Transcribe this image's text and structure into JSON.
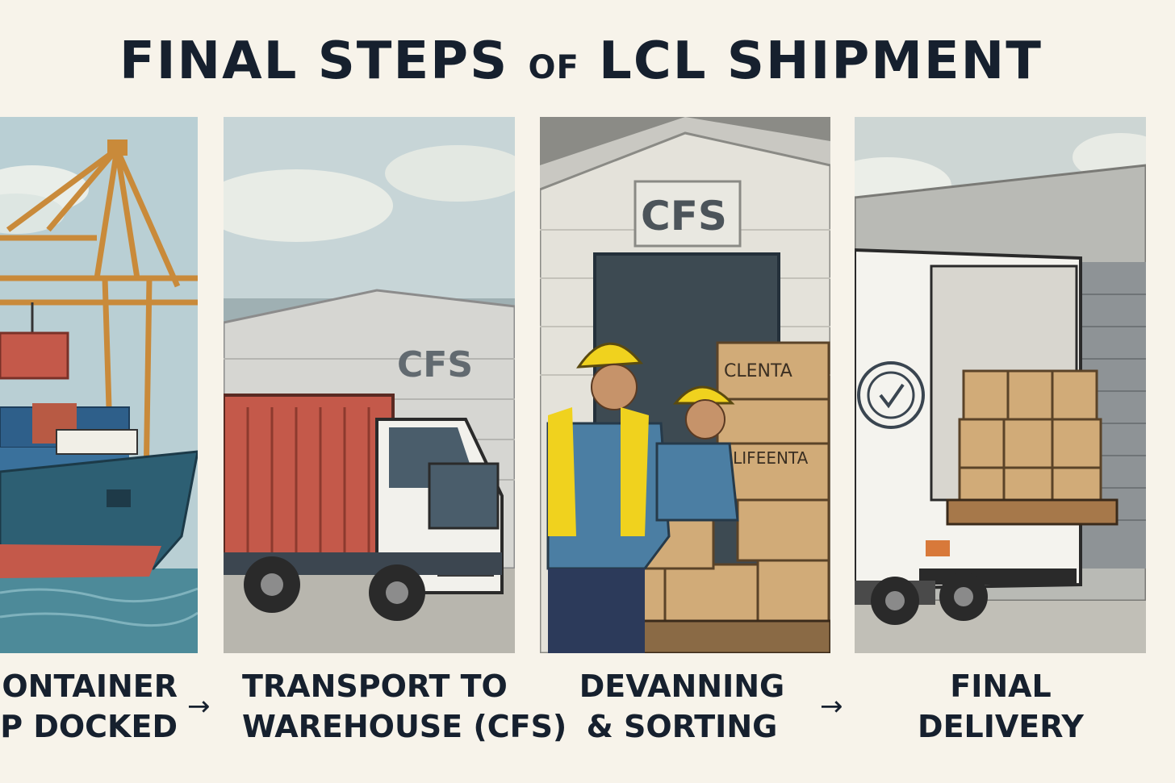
{
  "title": {
    "part1": "FINAL STEPS",
    "part2": "OF",
    "part3": "LCL SHIPMENT"
  },
  "panels": [
    {
      "caption_line1": "ONTAINER",
      "caption_line2": "P DOCKED"
    },
    {
      "caption_line1": "TRANSPORT TO",
      "caption_line2": "WAREHOUSE (CFS)",
      "sign": "CFS"
    },
    {
      "caption_line1": "DEVANNING",
      "caption_line2": "& SORTING",
      "sign": "CFS",
      "box_label_1": "CLENTA",
      "box_label_2": "LLIFEENTA"
    },
    {
      "caption_line1": "FINAL",
      "caption_line2": "DELIVERY"
    }
  ],
  "arrows": [
    "→",
    "→"
  ],
  "colors": {
    "ink": "#16202e",
    "background": "#f7f3ea",
    "crane": "#c98a3a",
    "container_red": "#c4594a",
    "hull_blue": "#2d5f73",
    "helmet_yellow": "#f0d21e",
    "box_tan": "#d1ab78"
  }
}
